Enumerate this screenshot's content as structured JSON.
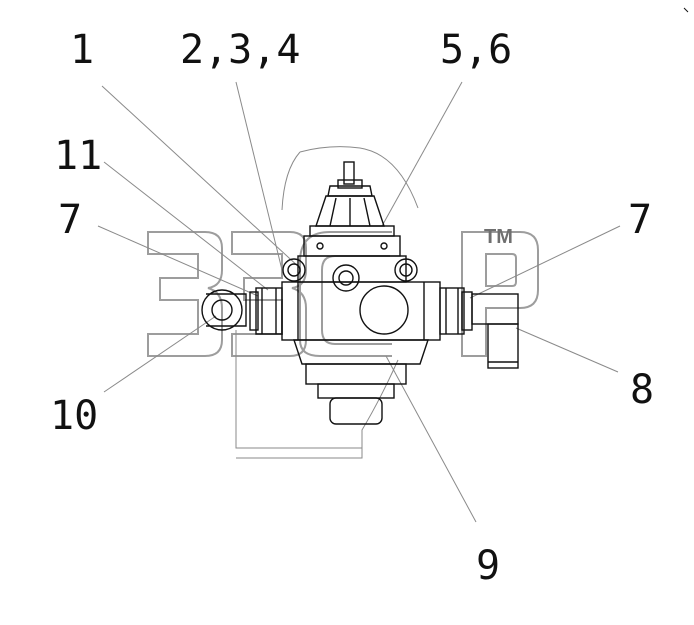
{
  "watermark": {
    "letters": "ЗЗСР",
    "trademark": "TM",
    "color": "#8c8c8c"
  },
  "callouts": {
    "c1": "1",
    "c234": "2,3,4",
    "c56": "5,6",
    "c11": "11",
    "c7_left": "7",
    "c7_right": "7",
    "c8": "8",
    "c9": "9",
    "c10": "10"
  },
  "colors": {
    "ink": "#111111",
    "leader": "#8a8a8a"
  }
}
